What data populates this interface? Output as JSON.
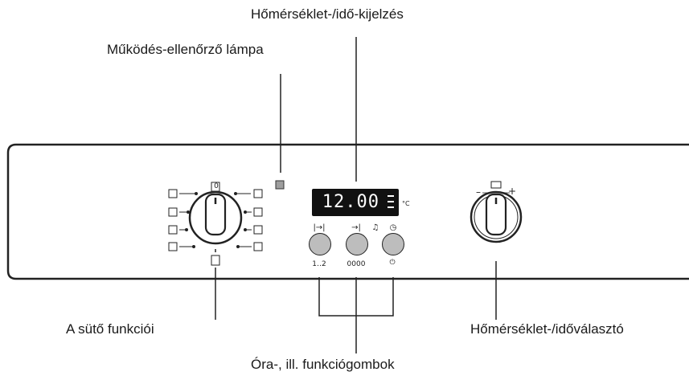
{
  "labels": {
    "display": "Hőmérséklet-/idő-kijelzés",
    "lamp": "Működés-ellenőrző lámpa",
    "functions": "A sütő funkciói",
    "selector": "Hőmérséklet-/időválasztó",
    "buttons": "Óra-, ill. funkciógombok"
  },
  "display": {
    "time": "12.00",
    "unit": "°C"
  },
  "function_knob": {
    "zero_mark": "0"
  },
  "temp_knob": {
    "minus": "–",
    "plus": "+"
  },
  "buttons": [
    {
      "icon": "|→|",
      "sub": "1‥2"
    },
    {
      "icon": "→|",
      "sub": "0000"
    },
    {
      "icon": "bell",
      "sub": ""
    },
    {
      "icon": "clock",
      "sub": "power"
    }
  ]
}
